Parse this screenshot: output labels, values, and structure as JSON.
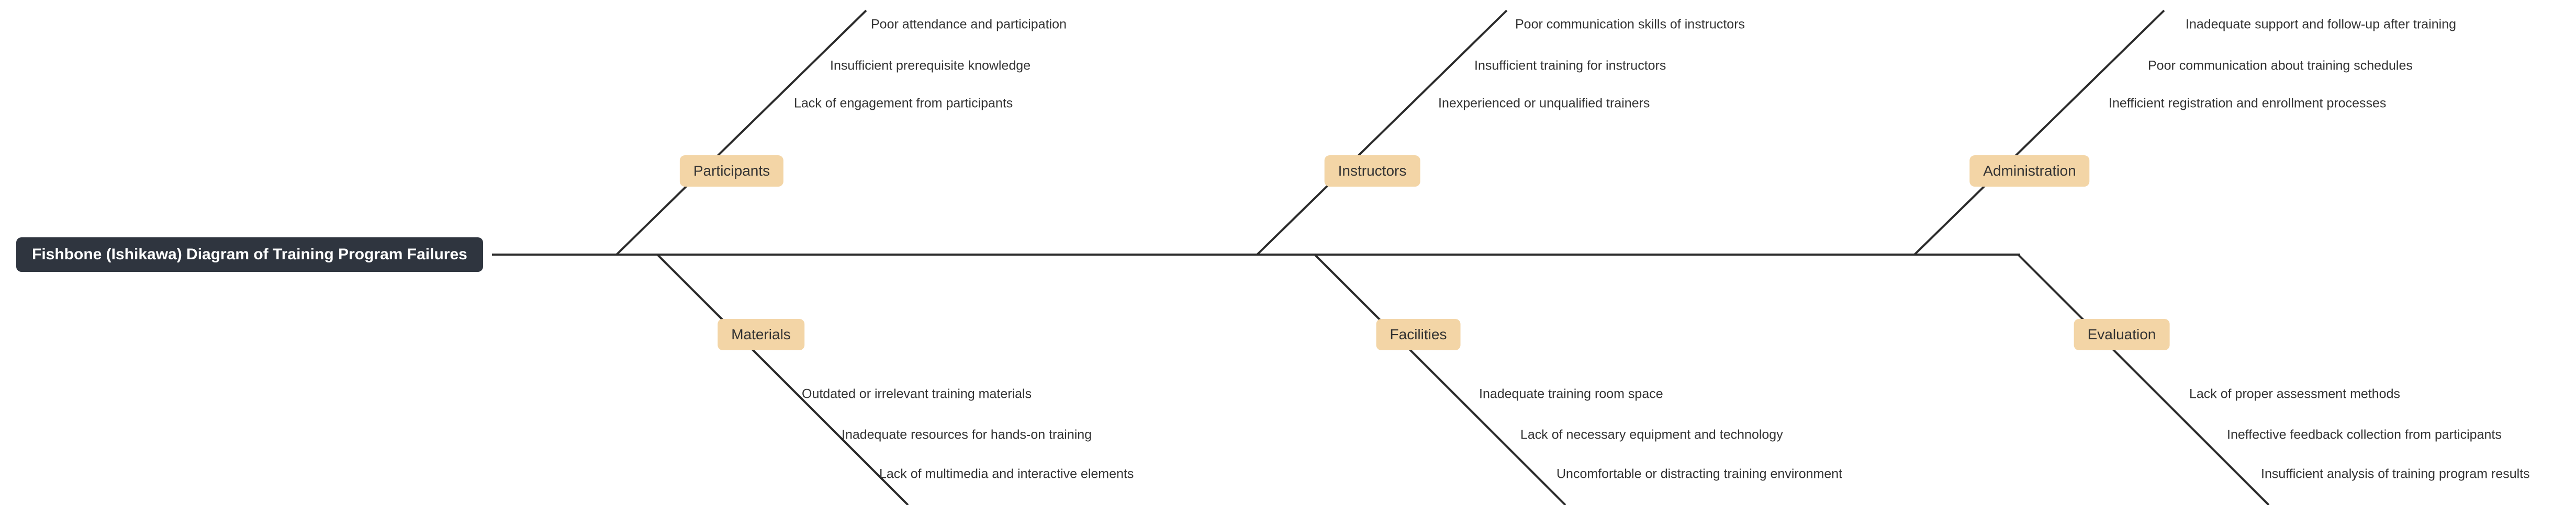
{
  "title": "Fishbone (Ishikawa) Diagram of Training Program Failures",
  "colors": {
    "background": "#ffffff",
    "line": "#2b2b2b",
    "title_bg": "#2f353f",
    "title_text": "#ffffff",
    "category_bg": "#f3d5a6",
    "category_text": "#333333",
    "cause_text": "#333333"
  },
  "branches": [
    {
      "id": "participants",
      "side": "top",
      "label": "Participants",
      "causes": [
        "Poor attendance and participation",
        "Insufficient prerequisite knowledge",
        "Lack of engagement from participants"
      ]
    },
    {
      "id": "instructors",
      "side": "top",
      "label": "Instructors",
      "causes": [
        "Poor communication skills of instructors",
        "Insufficient training for instructors",
        "Inexperienced or unqualified trainers"
      ]
    },
    {
      "id": "administration",
      "side": "top",
      "label": "Administration",
      "causes": [
        "Inadequate support and follow-up after training",
        "Poor communication about training schedules",
        "Inefficient registration and enrollment processes"
      ]
    },
    {
      "id": "materials",
      "side": "bottom",
      "label": "Materials",
      "causes": [
        "Outdated or irrelevant training materials",
        "Inadequate resources for hands-on training",
        "Lack of multimedia and interactive elements"
      ]
    },
    {
      "id": "facilities",
      "side": "bottom",
      "label": "Facilities",
      "causes": [
        "Inadequate training room space",
        "Lack of necessary equipment and technology",
        "Uncomfortable or distracting training environment"
      ]
    },
    {
      "id": "evaluation",
      "side": "bottom",
      "label": "Evaluation",
      "causes": [
        "Lack of proper assessment methods",
        "Ineffective feedback collection from participants",
        "Insufficient analysis of training program results"
      ]
    }
  ]
}
